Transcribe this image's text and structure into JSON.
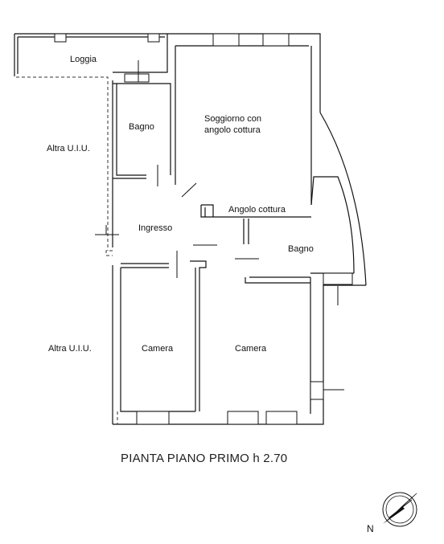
{
  "plan": {
    "rooms": {
      "loggia": "Loggia",
      "bagno1": "Bagno",
      "soggiorno_line1": "Soggiorno con",
      "soggiorno_line2": "angolo cottura",
      "angolo_cottura": "Angolo cottura",
      "ingresso": "Ingresso",
      "bagno2": "Bagno",
      "camera1": "Camera",
      "camera2": "Camera"
    },
    "neighbors": {
      "upper": "Altra U.I.U.",
      "lower": "Altra U.I.U."
    },
    "title": "PIANTA PIANO PRIMO h 2.70",
    "compass": {
      "label": "N",
      "icon": "compass-rose-icon"
    }
  }
}
